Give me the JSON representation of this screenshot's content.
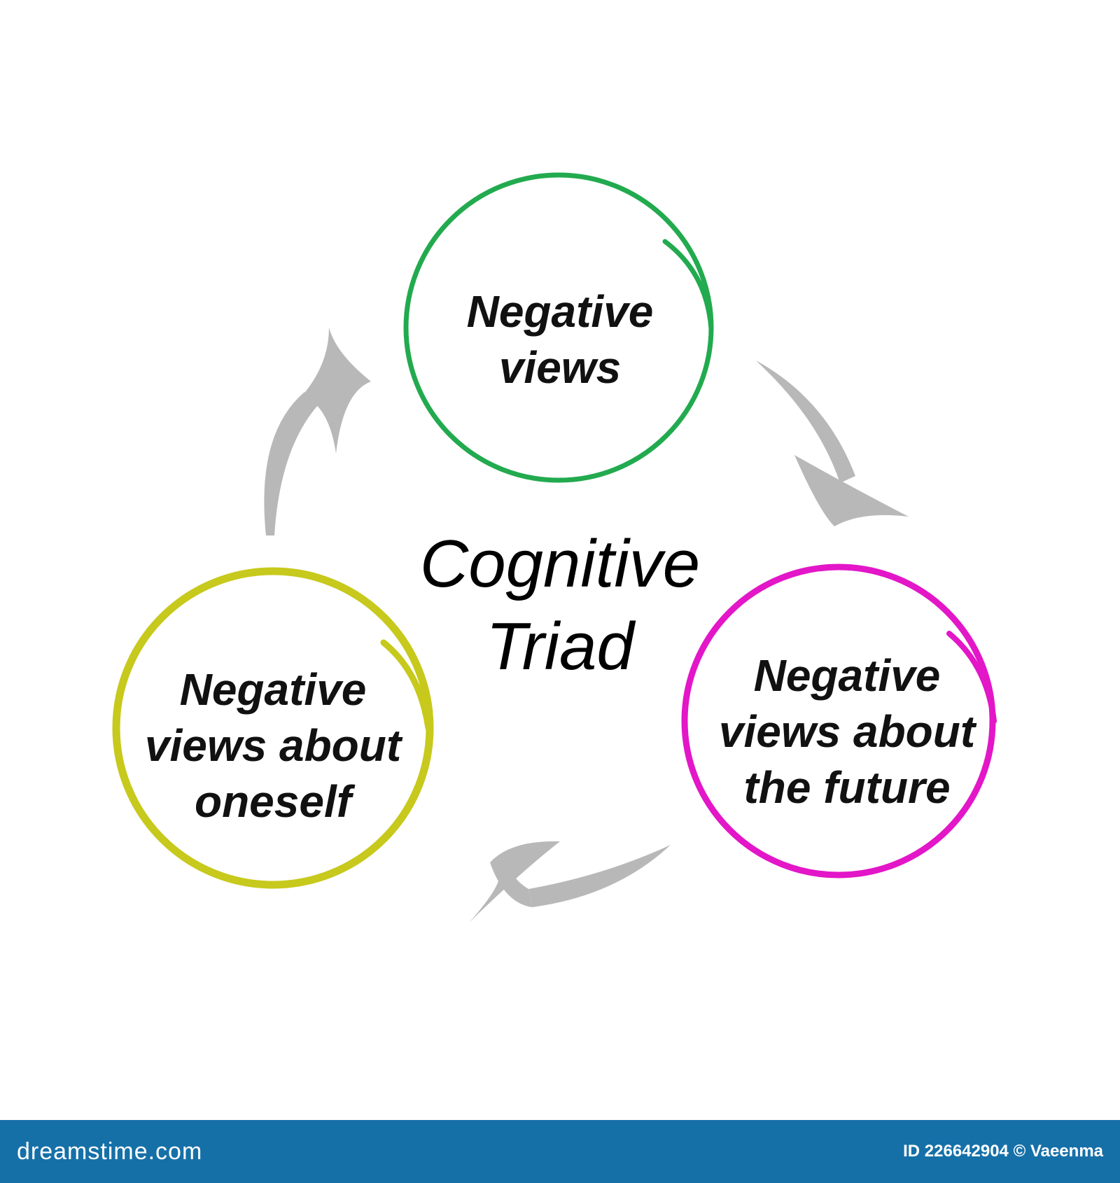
{
  "diagram": {
    "center_title": "Cognitive\nTriad",
    "nodes": [
      {
        "id": "top",
        "label": "Negative\nviews",
        "color": "#22aa4f"
      },
      {
        "id": "right",
        "label": "Negative\nviews about\nthe future",
        "color": "#e316c8"
      },
      {
        "id": "left",
        "label": "Negative\nviews about\noneself",
        "color": "#c7c91c"
      }
    ],
    "arrow_color": "#b8b8b8",
    "cycle": [
      "top",
      "right",
      "left"
    ]
  },
  "footer": {
    "brand": "dreamstime.com",
    "credit": "ID 226642904 © Vaeenma",
    "bar_color": "#1670a8"
  }
}
